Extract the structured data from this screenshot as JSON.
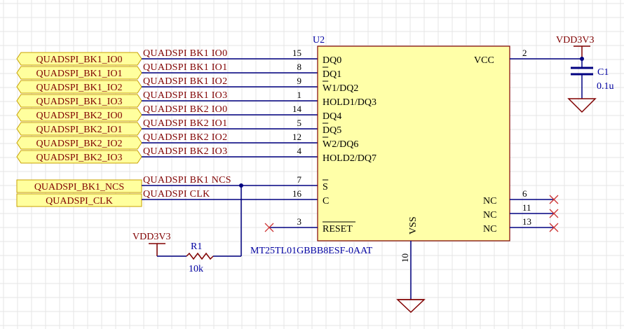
{
  "ports_left": [
    "QUADSPI_BK1_IO0",
    "QUADSPI_BK1_IO1",
    "QUADSPI_BK1_IO2",
    "QUADSPI_BK1_IO3",
    "QUADSPI_BK2_IO0",
    "QUADSPI_BK2_IO1",
    "QUADSPI_BK2_IO2",
    "QUADSPI_BK2_IO3"
  ],
  "ports_ctrl": [
    "QUADSPI_BK1_NCS",
    "QUADSPI_CLK"
  ],
  "net_labels": [
    "QUADSPI_BK1_IO0",
    "QUADSPI_BK1_IO1",
    "QUADSPI_BK1_IO2",
    "QUADSPI_BK1_IO3",
    "QUADSPI_BK2_IO0",
    "QUADSPI_BK2_IO1",
    "QUADSPI_BK2_IO2",
    "QUADSPI_BK2_IO3",
    "QUADSPI_BK1_NCS",
    "QUADSPI_CLK"
  ],
  "chip": {
    "designator": "U2",
    "part": "MT25TL01GBBB8ESF-0AAT",
    "left_pins": [
      {
        "num": "15",
        "name": "DQ0"
      },
      {
        "num": "8",
        "name": "DQ1"
      },
      {
        "num": "9",
        "name": "W1/DQ2"
      },
      {
        "num": "1",
        "name": "HOLD1/DQ3"
      },
      {
        "num": "14",
        "name": "DQ4"
      },
      {
        "num": "5",
        "name": "DQ5"
      },
      {
        "num": "12",
        "name": "W2/DQ6"
      },
      {
        "num": "4",
        "name": "HOLD2/DQ7"
      },
      {
        "num": "7",
        "name": "S"
      },
      {
        "num": "16",
        "name": "C"
      },
      {
        "num": "3",
        "name": "RESET"
      }
    ],
    "vcc": {
      "num": "2",
      "name": "VCC"
    },
    "vss": {
      "num": "10",
      "name": "VSS"
    },
    "nc_pins": [
      {
        "num": "6",
        "name": "NC"
      },
      {
        "num": "11",
        "name": "NC"
      },
      {
        "num": "13",
        "name": "NC"
      }
    ]
  },
  "power_right": "VDD3V3",
  "power_left": "VDD3V3",
  "capacitor": {
    "designator": "C1",
    "value": "0.1u"
  },
  "resistor": {
    "designator": "R1",
    "value": "10k"
  },
  "colors": {
    "grid": "#e4e4e4",
    "wire": "#000080",
    "net_label": "#800000",
    "chip_fill": "#ffffa8",
    "chip_border": "#800000",
    "port_fill": "#ffff9e",
    "port_border": "#c8a000",
    "pin_number": "#000000",
    "pin_name": "#000000",
    "designator": "#0000a0",
    "power": "#800000",
    "power_symbol": "#800000",
    "nc_mark": "#cc3333"
  }
}
